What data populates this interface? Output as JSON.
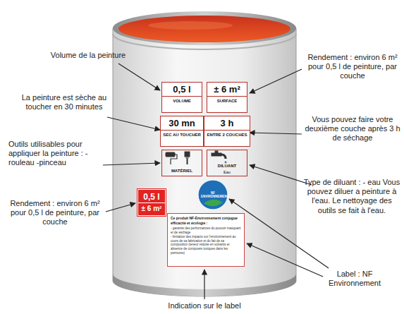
{
  "diagram": {
    "nodes": [
      {
        "text": [
          "0,5 l",
          "VOLUME"
        ]
      },
      {
        "text": [
          "± 6 m²",
          "SURFACE"
        ]
      },
      {
        "text": [
          "30 mn",
          "SEC AU TOUCHER"
        ]
      },
      {
        "text": [
          "3 h",
          "ENTRE 2 COUCHES"
        ]
      },
      {
        "text": [
          "MATÉRIEL"
        ]
      },
      {
        "text": [
          "DILUANT",
          "Eau"
        ]
      },
      {
        "text": [
          "NF ENVIRONNEMENT"
        ]
      },
      {
        "text": [
          "0,5 l",
          "± 6 m²"
        ]
      },
      {
        "text": [
          "Ce produit NF-Environnement conjugue efficacité et écologie :",
          "- garantie des performances du pouvoir masquant et de séchage",
          "- limitation des impacts sur l'environnement au cours de sa fabrication et du fait de sa composition (teneur réduite en solvants et absence de composés toxiques dans les peintures)"
        ]
      }
    ],
    "labels": [
      "Volume de la peinture",
      "Rendement : environ 6 m² pour 0,5 l de peinture, par couche",
      "La peinture est sèche au toucher en 30 minutes",
      "Vous pouvez faire votre deuxième couche après 3 h de séchage",
      "Outils utilisables pour appliquer la peinture : - rouleau -pinceau",
      "Type de diluant : - eau Vous pouvez diluer a peinture à l'eau. Le nettoyage des outils se fait à l'eau.",
      "Rendement : environ 6 m² pour 0,5 l de peinture, par couche",
      "Label : NF Environnement",
      "Indication sur le label"
    ]
  }
}
